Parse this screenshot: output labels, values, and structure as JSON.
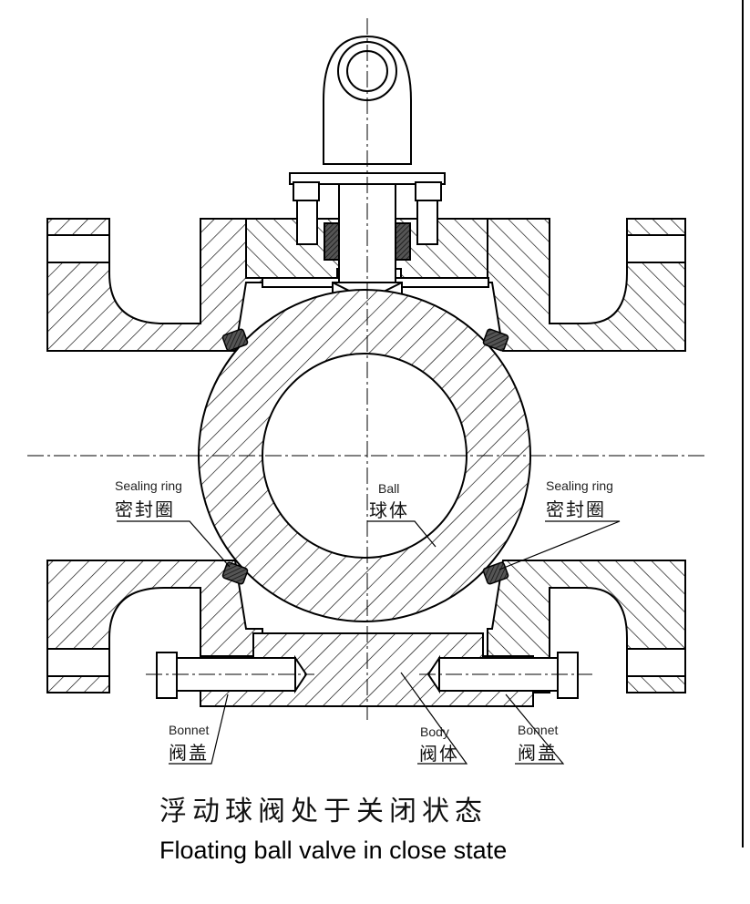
{
  "labels": {
    "sealing_left_en": "Sealing ring",
    "sealing_left_zh": "密封圈",
    "sealing_right_en": "Sealing ring",
    "sealing_right_zh": "密封圈",
    "ball_en": "Ball",
    "ball_zh": "球体",
    "bonnet_left_en": "Bonnet",
    "bonnet_left_zh": "阀盖",
    "body_en": "Body",
    "body_zh": "阀体",
    "bonnet_right_en": "Bonnet",
    "bonnet_right_zh": "阀盖"
  },
  "caption": {
    "zh": "浮动球阀处于关闭状态",
    "en": "Floating ball valve in close state"
  },
  "colors": {
    "line": "#000000",
    "hatch": "#000000",
    "seal": "#222222",
    "background": "#ffffff"
  }
}
